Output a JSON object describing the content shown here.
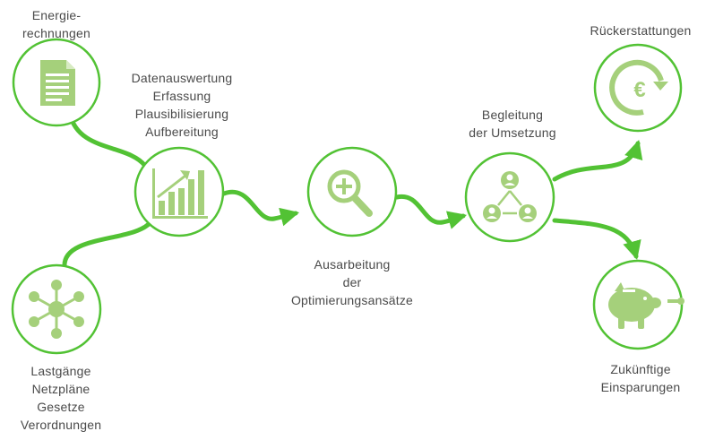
{
  "colors": {
    "line": "#52c234",
    "ring": "#52c234",
    "icon": "#a5d07b",
    "text": "#4a4a4a"
  },
  "nodes": {
    "energy_bills": {
      "icon": "document-icon",
      "label": [
        "Energie-",
        "rechnungen"
      ]
    },
    "load_data": {
      "icon": "network-icon",
      "label": [
        "Lastgänge",
        "Netzpläne",
        "Gesetze",
        "Verordnungen"
      ]
    },
    "evaluation": {
      "icon": "bar-chart-icon",
      "label": [
        "Datenauswertung",
        "Erfassung",
        "Plausibilisierung",
        "Aufbereitung"
      ]
    },
    "optimization": {
      "icon": "magnifier-plus-icon",
      "label": [
        "Ausarbeitung",
        "der",
        "Optimierungsansätze"
      ]
    },
    "implementation": {
      "icon": "people-icon",
      "label": [
        "Begleitung",
        "der Umsetzung"
      ]
    },
    "refunds": {
      "icon": "euro-refund-icon",
      "label": [
        "Rückerstattungen"
      ]
    },
    "savings": {
      "icon": "piggy-bank-icon",
      "label": [
        "Zukünftige",
        "Einsparungen"
      ]
    }
  }
}
